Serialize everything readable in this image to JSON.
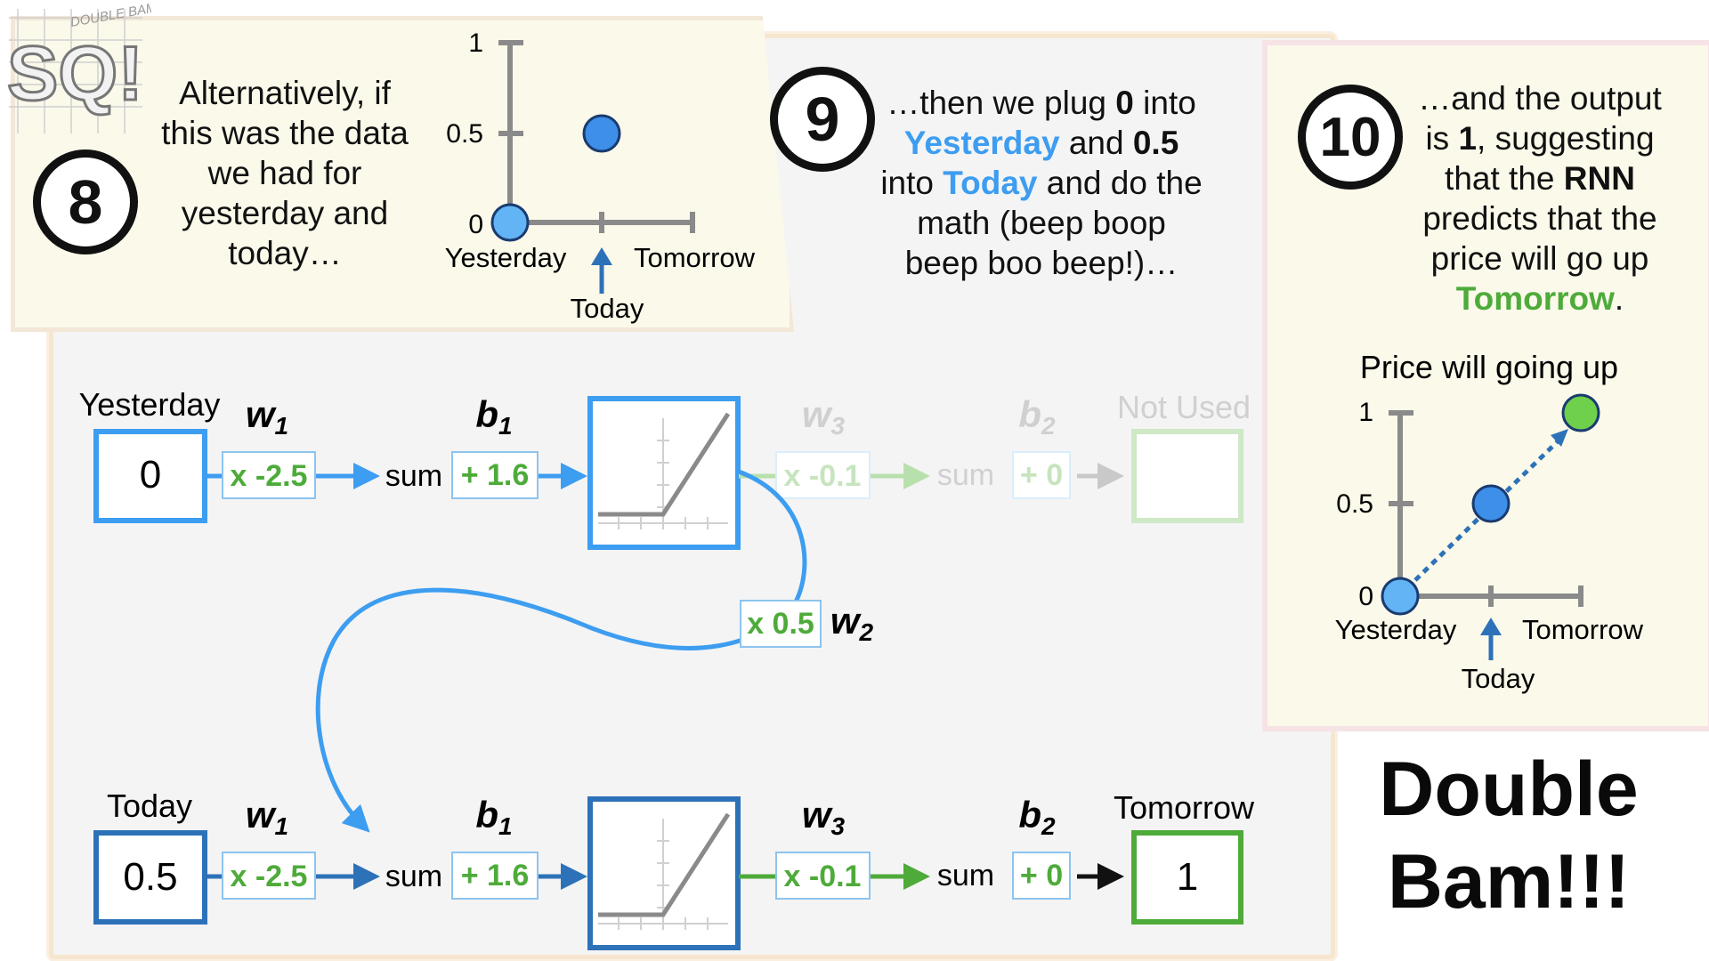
{
  "logo": {
    "text": "SQ!",
    "tagline": "DOUBLE BAM!!!"
  },
  "step8": {
    "number": "8",
    "text": [
      "Alternatively, if",
      "this was the data",
      "we had for",
      "yesterday and",
      "today…"
    ],
    "chart": {
      "y_ticks": [
        "1",
        "0.5",
        "0"
      ],
      "x_labels": [
        "Yesterday",
        "Tomorrow"
      ],
      "today_label": "Today",
      "points": [
        {
          "x": "Yesterday",
          "y": 0
        },
        {
          "x": "Today",
          "y": 0.5
        }
      ]
    }
  },
  "step9": {
    "number": "9",
    "line1_pre": "…then we plug ",
    "line1_val": "0",
    "line1_post": " into",
    "line2_kw": "Yesterday",
    "line2_mid": " and ",
    "line2_val": "0.5",
    "line3_pre": "into ",
    "line3_kw": "Today",
    "line3_post": " and do the",
    "line4": "math (beep boop",
    "line5": "beep boo beep!)…"
  },
  "step10": {
    "number": "10",
    "line1": "…and the output",
    "line2_pre": "is ",
    "line2_val": "1",
    "line2_post": ", suggesting",
    "line3_pre": "that the ",
    "line3_kw": "RNN",
    "line4": "predicts that the",
    "line5": "price will go up",
    "line6_kw": "Tomorrow",
    "line6_post": ".",
    "chart": {
      "title": "Price will going up",
      "y_ticks": [
        "1",
        "0.5",
        "0"
      ],
      "x_labels": [
        "Yesterday",
        "Tomorrow"
      ],
      "today_label": "Today",
      "points": [
        {
          "x": "Yesterday",
          "y": 0
        },
        {
          "x": "Today",
          "y": 0.5
        },
        {
          "x": "Tomorrow",
          "y": 1
        }
      ]
    }
  },
  "network": {
    "top": {
      "input_label": "Yesterday",
      "input_value": "0",
      "w1_label": "w",
      "w1_sub": "1",
      "w1_value": "x -2.5",
      "sum_label": "sum",
      "b1_label": "b",
      "b1_sub": "1",
      "b1_value": "+ 1.6",
      "w3_label": "w",
      "w3_sub": "3",
      "w3_value": "x -0.1",
      "sum2_label": "sum",
      "b2_label": "b",
      "b2_sub": "2",
      "b2_value": "+ 0",
      "output_label": "Not Used"
    },
    "feedback": {
      "w2_label": "w",
      "w2_sub": "2",
      "w2_value": "x 0.5"
    },
    "bottom": {
      "input_label": "Today",
      "input_value": "0.5",
      "w1_label": "w",
      "w1_sub": "1",
      "w1_value": "x -2.5",
      "sum_label": "sum",
      "b1_label": "b",
      "b1_sub": "1",
      "b1_value": "+ 1.6",
      "w3_label": "w",
      "w3_sub": "3",
      "w3_value": "x -0.1",
      "sum2_label": "sum",
      "b2_label": "b",
      "b2_sub": "2",
      "b2_value": "+ 0",
      "output_label": "Tomorrow",
      "output_value": "1"
    }
  },
  "title": {
    "line1": "Double",
    "line2": "Bam!!!"
  },
  "colors": {
    "blue": "#3d9df0",
    "dark_blue": "#2d72b8",
    "green": "#4eab3a",
    "light_green": "#86c97a",
    "gray": "#8a8a8a",
    "point_blue": "#3d8fe8",
    "point_light": "#62b4f5",
    "point_green": "#6fd04b"
  }
}
